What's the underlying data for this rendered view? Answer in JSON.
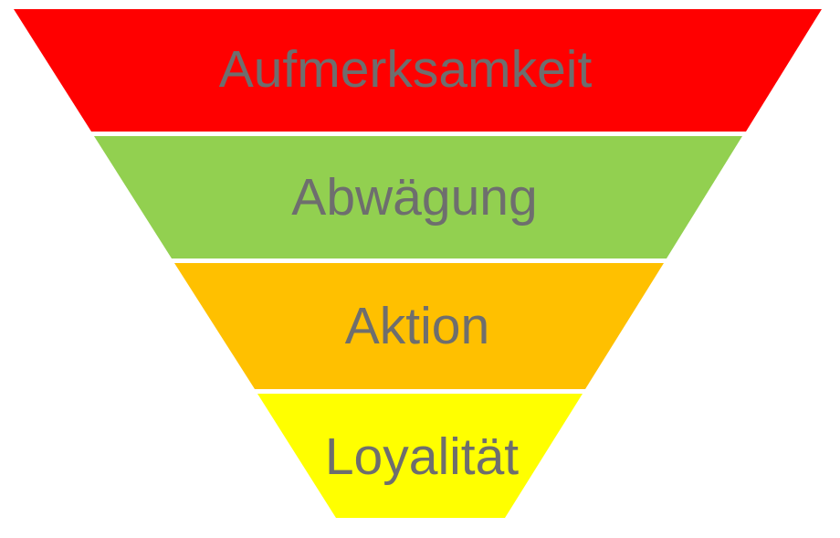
{
  "diagram": {
    "type": "funnel",
    "background_color": "#FFFFFF",
    "text_color": "#6E6E6E",
    "levels": [
      {
        "label": "Aufmerksamkeit",
        "color": "#FF0000"
      },
      {
        "label": "Abwägung",
        "color": "#92D050"
      },
      {
        "label": "Aktion",
        "color": "#FFC000"
      },
      {
        "label": "Loyalität",
        "color": "#FFFF00"
      }
    ]
  }
}
